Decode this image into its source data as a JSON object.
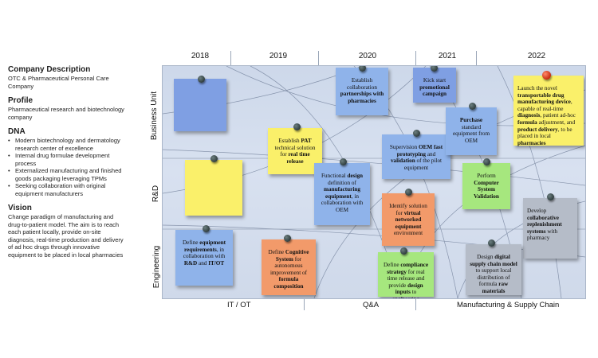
{
  "info": {
    "company_description_heading": "Company Description",
    "company_description_text": "OTC & Pharmaceutical Personal Care Company",
    "profile_heading": "Profile",
    "profile_text": "Pharmaceutical research and biotechnology company",
    "dna_heading": "DNA",
    "dna_items": [
      "Modern biotechnology and dermatology research center of excellence",
      "Internal drug formulae development process",
      "Externalized manufacturing and finished goods packaging leveraging TPMs",
      "Seeking collaboration with original equipment manufacturers"
    ],
    "vision_heading": "Vision",
    "vision_text": "Change paradigm of manufacturing and drug-to-patient model. The aim is to reach each patient locally, provide on-site diagnosis, real-time production and delivery of ad hoc drugs through innovative equipment to be placed in local pharmacies"
  },
  "board": {
    "years": [
      "2018",
      "2019",
      "2020",
      "2021",
      "2022"
    ],
    "rows": [
      "Business Unit",
      "R&D",
      "Engineering"
    ],
    "bottom_labels": [
      "IT / OT",
      "Q&A",
      "Manufacturing & Supply Chain"
    ],
    "colors": {
      "blue": "#8fb3ea",
      "darkblue": "#7f9fe3",
      "yellow": "#faf06a",
      "orange": "#f29a6a",
      "green": "#a6e77e",
      "gray": "#b5bcc8",
      "pin": "#3f4f50",
      "pin_accent": "#d9381e"
    },
    "notes": [
      {
        "pre": "",
        "em": "",
        "post": ""
      },
      {
        "pre": "Establish ",
        "em": "PAT",
        "post": " technical solution for ",
        "em2": "real time release"
      },
      {
        "pre": "Establish collaboration ",
        "em": "partnerships with pharmacies",
        "post": ""
      },
      {
        "pre": "Kick start ",
        "em": "promotional campaign",
        "post": ""
      },
      {
        "pre": "Launch the novel ",
        "em": "transportable drug manufacturing device",
        "post": ", capable of real-time ",
        "em2": "diagnosis",
        "post2": ", patient ad-hoc ",
        "em3": "formula",
        "post3": " adjustment, and ",
        "em4": "product delivery",
        "post4": ", to be placed in local ",
        "em5": "pharmacies"
      },
      {
        "pre": "",
        "em": "",
        "post": ""
      },
      {
        "pre": "Functional ",
        "em": "design",
        "post": " definition of ",
        "em2": "manufacturing equipment",
        "post2": ", in collaboration with OEM"
      },
      {
        "pre": "Supervision ",
        "em": "OEM fast prototyping",
        "post": " and ",
        "em2": "validation",
        "post2": " of the pilot equipment"
      },
      {
        "pre": "",
        "em": "Purchase",
        "post": " standard equipment from OEM"
      },
      {
        "pre": "Perform ",
        "em": "Computer System Validation",
        "post": ""
      },
      {
        "pre": "Identify solution for ",
        "em": "virtual networked equipment",
        "post": " environment"
      },
      {
        "pre": "Develop ",
        "em": "collaborative replenishment systems",
        "post": " with pharmacy"
      },
      {
        "pre": "Define ",
        "em": "equipment requirements",
        "post": ", in collaboration with ",
        "em2": "R&D",
        "post2": " and ",
        "em3": "IT/OT"
      },
      {
        "pre": "Define ",
        "em": "Cognitive System",
        "post": " for autonomous improvement of ",
        "em2": "formula composition"
      },
      {
        "pre": "Define ",
        "em": "compliance strategy",
        "post": " for real time release and provide ",
        "em2": "design inputs",
        "post2": " to engineering"
      },
      {
        "pre": "Design ",
        "em": "digital supply chain model",
        "post": " to support local distribution of formula ",
        "em2": "raw materials"
      }
    ]
  }
}
